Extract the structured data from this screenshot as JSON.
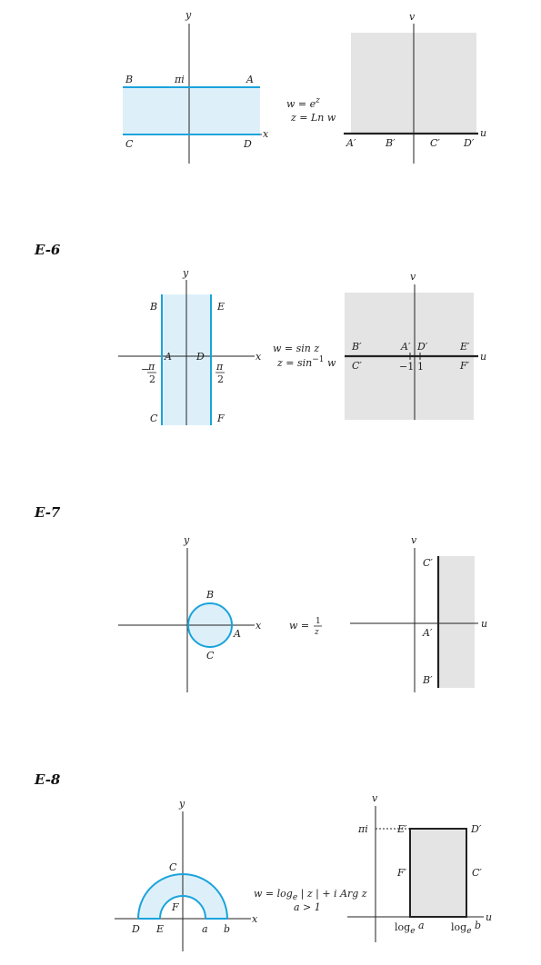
{
  "sections": [
    {
      "heading": "",
      "z_labels": {
        "y": "y",
        "x": "x",
        "B": "B",
        "A": "A",
        "C": "C",
        "D": "D",
        "pi": "πi"
      },
      "w_labels": {
        "v": "v",
        "u": "u",
        "A": "A′",
        "B": "B′",
        "C": "C′",
        "D": "D′"
      },
      "map_line1": "w = e",
      "map_line1_sup": "z",
      "map_line2": "z = Ln w"
    },
    {
      "heading": "E-6",
      "z_labels": {
        "y": "y",
        "x": "x",
        "B": "B",
        "E": "E",
        "A": "A",
        "D": "D",
        "C": "C",
        "F": "F",
        "neg_pi": "π",
        "neg_sign": "−",
        "pi": "π",
        "two_left": "2",
        "two_right": "2"
      },
      "w_labels": {
        "v": "v",
        "u": "u",
        "B": "B′",
        "A": "A′",
        "D": "D′",
        "E": "E′",
        "C": "C′",
        "F": "F′",
        "minus_one": "−1",
        "one": "1"
      },
      "map_line1": "w = sin z",
      "map_line2_a": "z = sin",
      "map_line2_sup": "−1",
      "map_line2_b": " w"
    },
    {
      "heading": "E-7",
      "z_labels": {
        "y": "y",
        "x": "x",
        "B": "B",
        "A": "A",
        "C": "C"
      },
      "w_labels": {
        "v": "v",
        "u": "u",
        "C": "C′",
        "A": "A′",
        "B": "B′"
      },
      "map_lhs": "w =",
      "map_num": "1",
      "map_den": "z"
    },
    {
      "heading": "E-8",
      "z_labels": {
        "y": "y",
        "x": "x",
        "C": "C",
        "F": "F",
        "D": "D",
        "E": "E",
        "a": "a",
        "b": "b"
      },
      "w_labels": {
        "v": "v",
        "u": "u",
        "pi": "πi",
        "E": "E′",
        "D": "D′",
        "F": "F′",
        "C": "C′",
        "log_a": "log",
        "log_a_sub": "e",
        "log_a_arg": " a",
        "log_b": "log",
        "log_b_sub": "e",
        "log_b_arg": " b"
      },
      "map_line1_a": "w = log",
      "map_line1_sub": "e",
      "map_line1_b": " | z |  + i Arg z",
      "map_line2": "a > 1"
    }
  ],
  "colors": {
    "region_blue": "#ddf0fa",
    "boundary_blue": "#1aa3dc",
    "region_gray": "#e4e4e4",
    "axis": "#222222"
  }
}
